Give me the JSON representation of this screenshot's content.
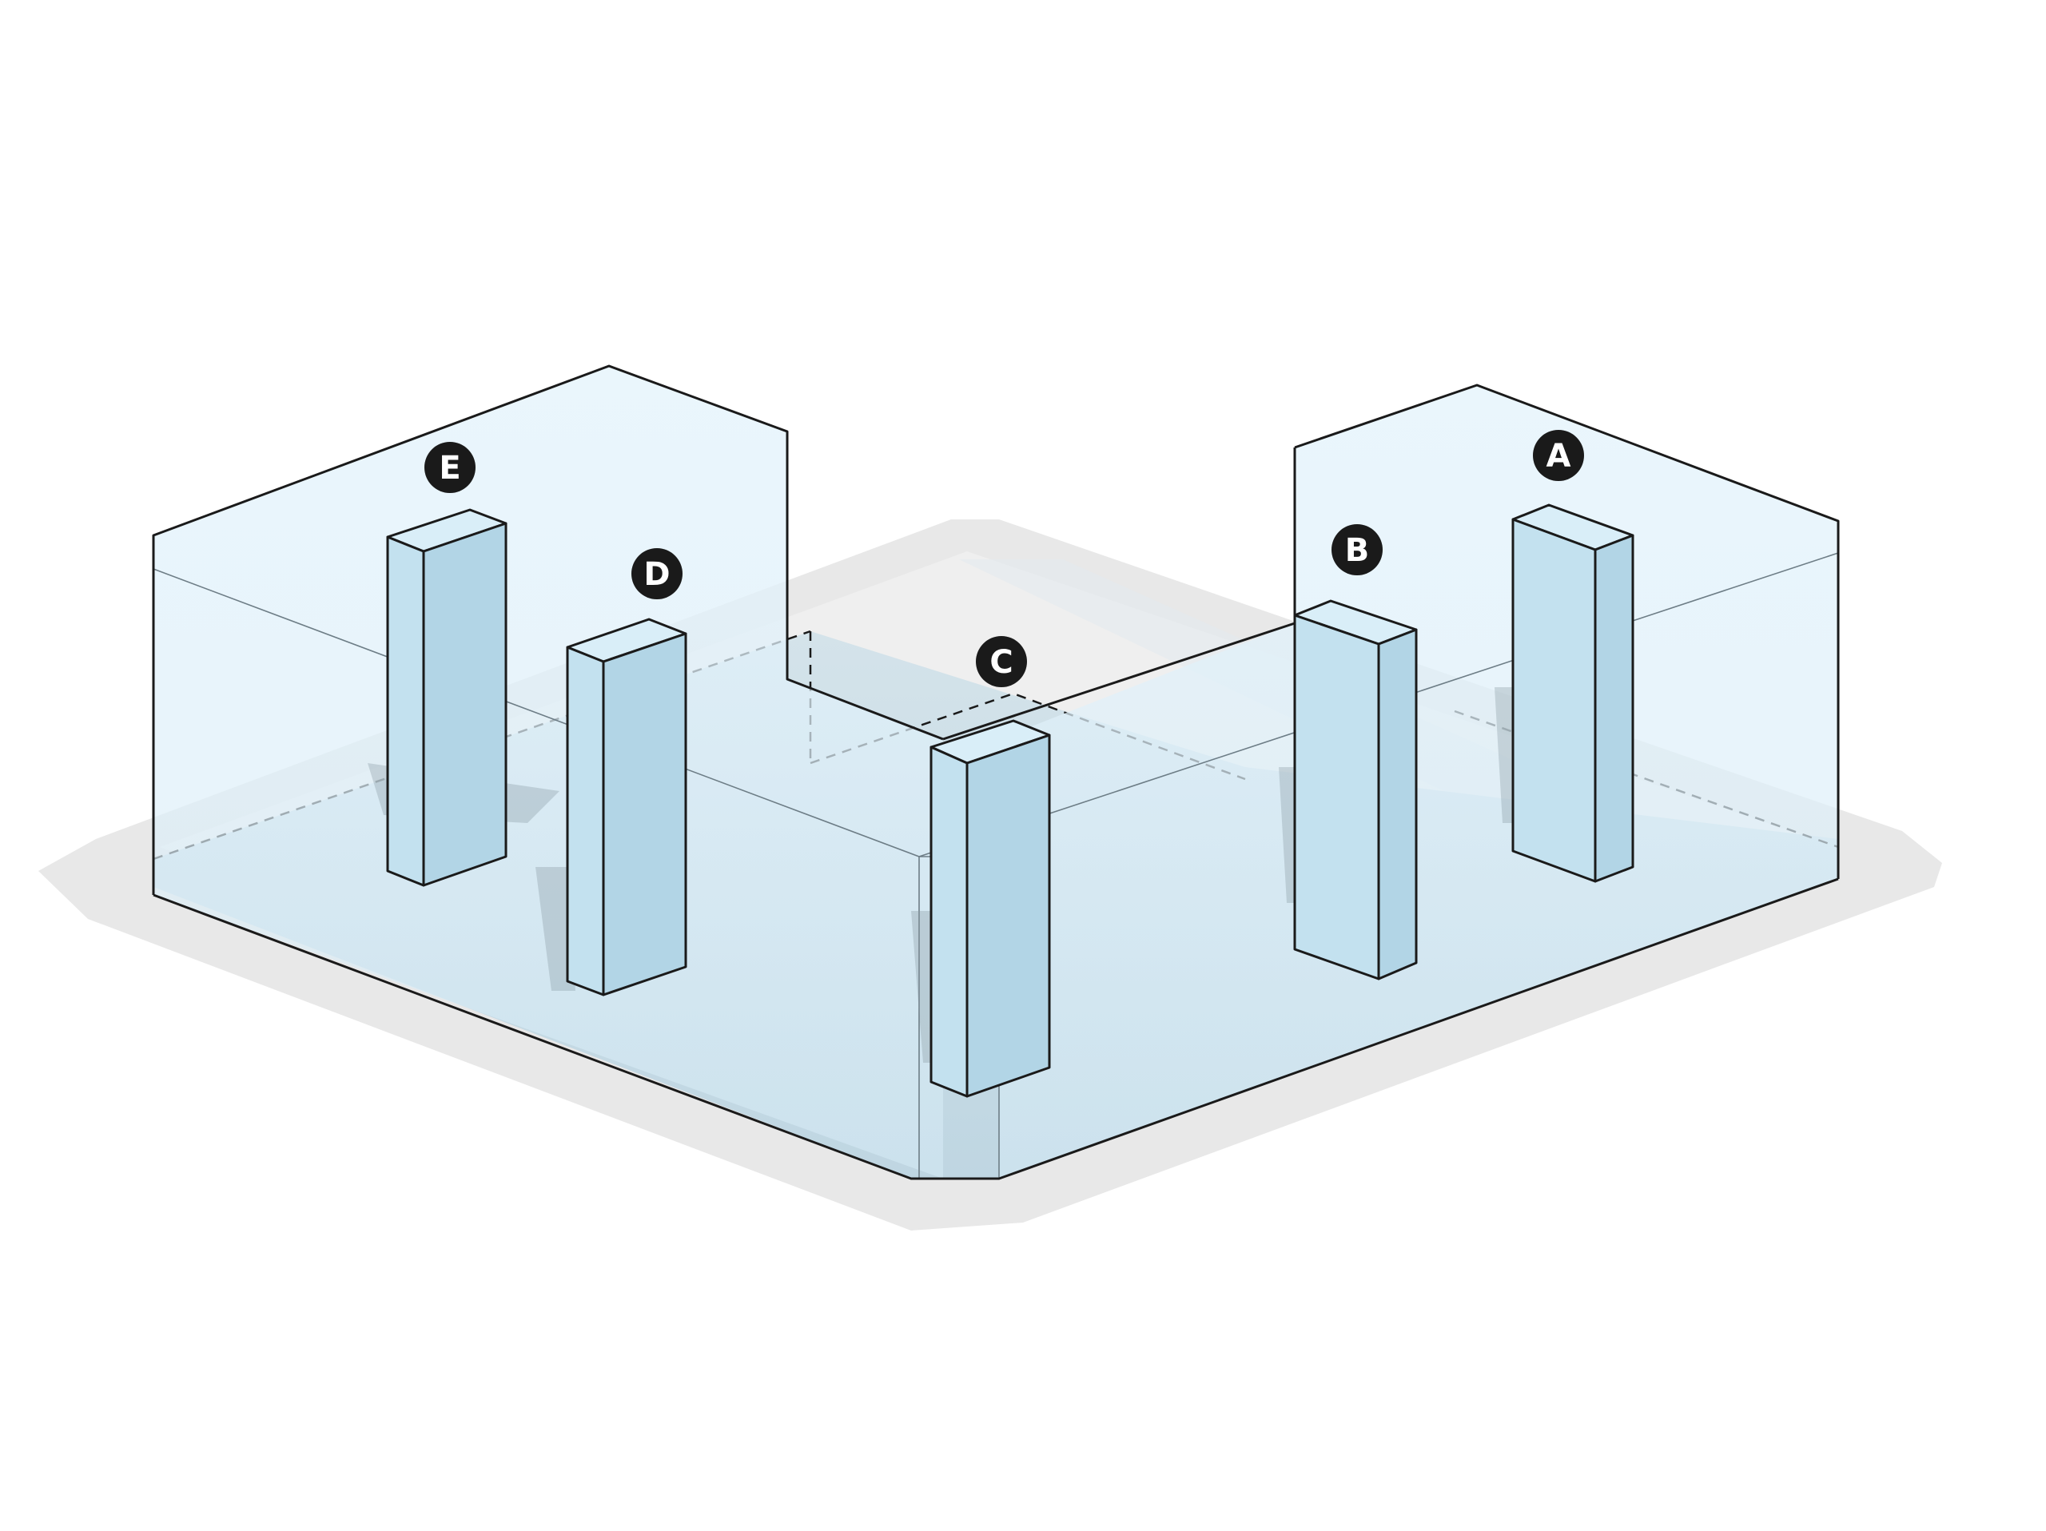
{
  "diagram": {
    "markers": [
      {
        "id": "A",
        "label": "A"
      },
      {
        "id": "B",
        "label": "B"
      },
      {
        "id": "C",
        "label": "C"
      },
      {
        "id": "D",
        "label": "D"
      },
      {
        "id": "E",
        "label": "E"
      }
    ]
  },
  "colors": {
    "glass_fill": "#dff0fa",
    "pillar_front": "#c3e1ef",
    "pillar_side": "#b2d5e6",
    "pillar_top": "#d9eef8",
    "floor": "#c8dce6",
    "ground": "#e6e6e6",
    "outline": "#1a1a1a",
    "marker_fill": "#1a1a1a",
    "marker_text": "#ffffff"
  }
}
